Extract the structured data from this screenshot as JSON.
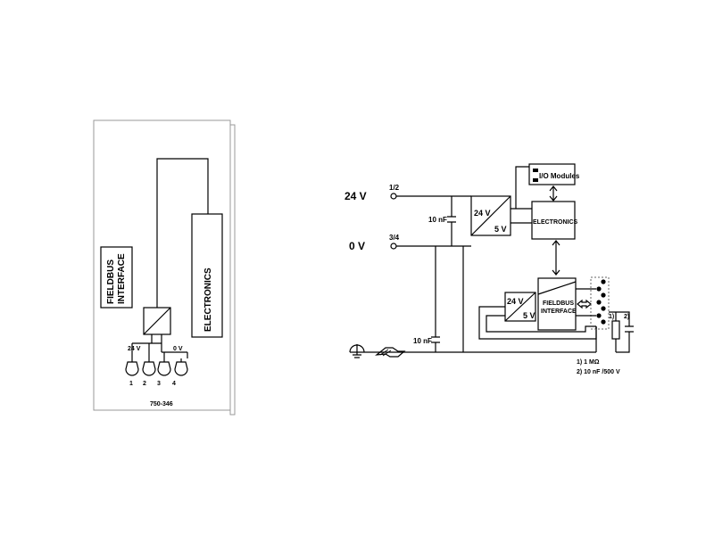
{
  "left_module": {
    "fieldbus_line1": "FIELDBUS",
    "fieldbus_line2": "INTERFACE",
    "electronics": "ELECTRONICS",
    "supply_plus": "24 V",
    "supply_zero": "0 V",
    "terminals": [
      "1",
      "2",
      "3",
      "4"
    ],
    "part_number": "750-346"
  },
  "right_schematic": {
    "supply_24v": "24 V",
    "supply_0v": "0 V",
    "terminal_12": "1/2",
    "terminal_34": "3/4",
    "cap_upper": "10 nF",
    "cap_lower": "10 nF",
    "converter_main_in": "24 V",
    "converter_main_out": "5 V",
    "electronics": "ELECTRONICS",
    "io_modules": "I/O Modules",
    "converter_fb_in": "24 V",
    "converter_fb_out": "5 V",
    "fieldbus_line1": "FIELDBUS",
    "fieldbus_line2": "INTERFACE",
    "note_marker_1": "1)",
    "note_marker_2": "2)",
    "note_1": "1) 1 MΩ",
    "note_2": "2) 10 nF /500 V"
  }
}
